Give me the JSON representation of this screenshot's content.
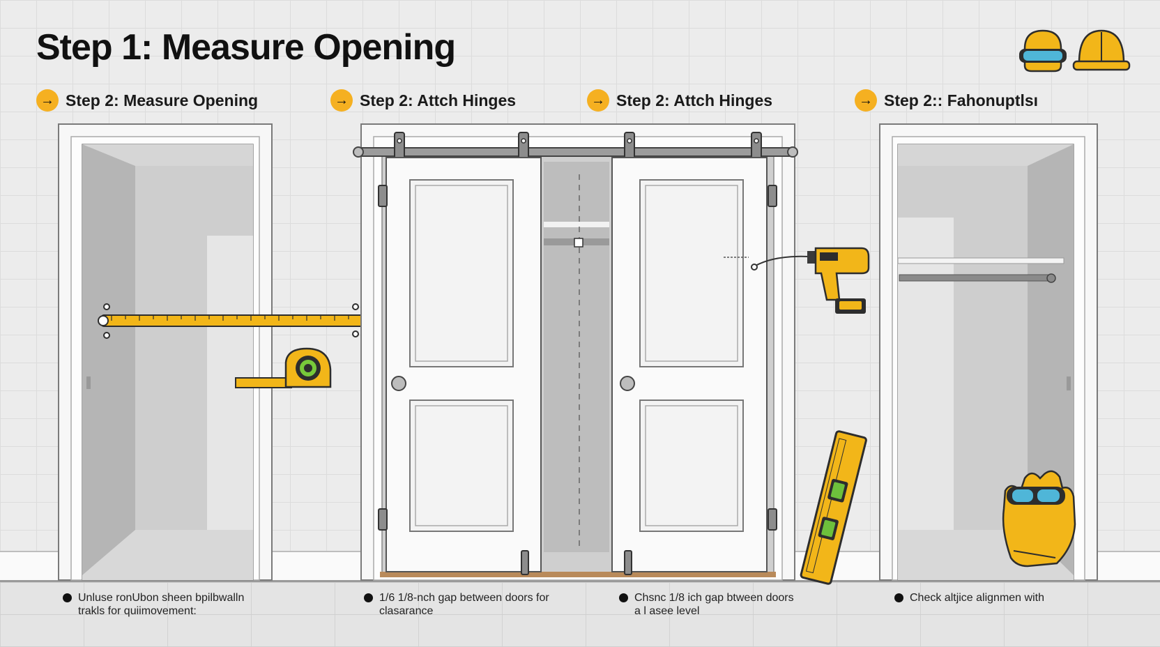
{
  "title": "Step 1: Measure Opening",
  "steps": [
    {
      "label": "Step 2: Measure Opening"
    },
    {
      "label": "Step 2: Attch Hinges"
    },
    {
      "label": "Step 2: Attch Hinges"
    },
    {
      "label": "Step 2:: Fahonuptlsı"
    }
  ],
  "notes": [
    {
      "line1": "Unluse ronUbon sheen bpilbwalln",
      "line2": "trakls for quiimovement:"
    },
    {
      "line1": "1/6 1/8-nch gap between doors for",
      "line2": "clasarance"
    },
    {
      "line1": "Chsnc 1/8 ich gap btween doors",
      "line2": "a l asee level"
    },
    {
      "line1": "Check altjice alignmen with",
      "line2": ""
    }
  ],
  "icons": {
    "step_arrow": "arrow-right-icon",
    "tools": [
      "safety-goggles-icon",
      "hard-hat-icon",
      "tape-measure-icon",
      "power-drill-icon",
      "spirit-level-icon",
      "work-glove-icon"
    ]
  },
  "colors": {
    "accent": "#f5b021",
    "tool_yellow": "#f2b619",
    "door_white": "#fafafa",
    "frame_grey": "#c9c9c9",
    "closet_shadow": "#b7b7b7"
  }
}
